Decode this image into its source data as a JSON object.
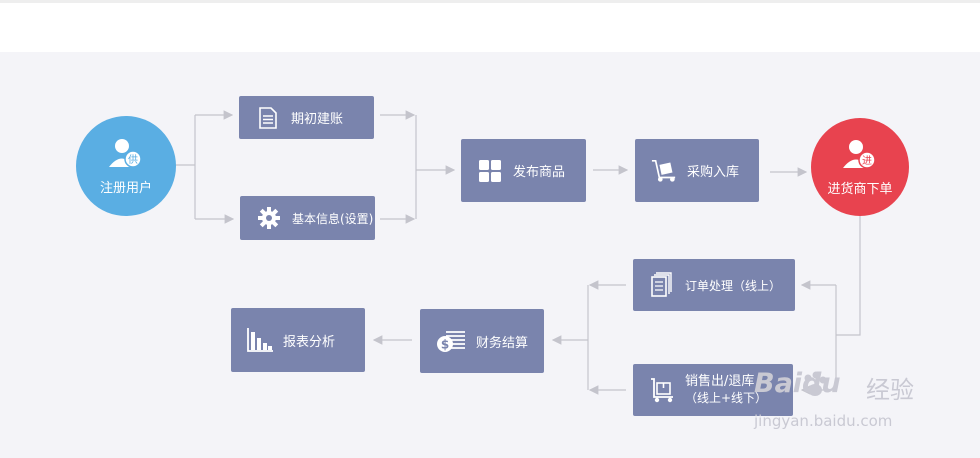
{
  "start": {
    "label": "注册用户",
    "badge": "供",
    "color": "#5aaee3"
  },
  "end": {
    "label": "进货商下单",
    "badge": "进",
    "color": "#e8434f"
  },
  "nodes": {
    "opening": "期初建账",
    "basic_info": "基本信息(设置)",
    "publish": "发布商品",
    "purchase": "采购入库",
    "order": "订单处理（线上）",
    "sales_line1": "销售出/退库",
    "sales_line2": "（线上+线下）",
    "finance": "财务结算",
    "report": "报表分析"
  },
  "colors": {
    "node": "#7a84ad",
    "line": "#c4c4cc"
  },
  "watermark": {
    "brand": "Baidu",
    "cn": "经验",
    "url": "jingyan.baidu.com"
  }
}
